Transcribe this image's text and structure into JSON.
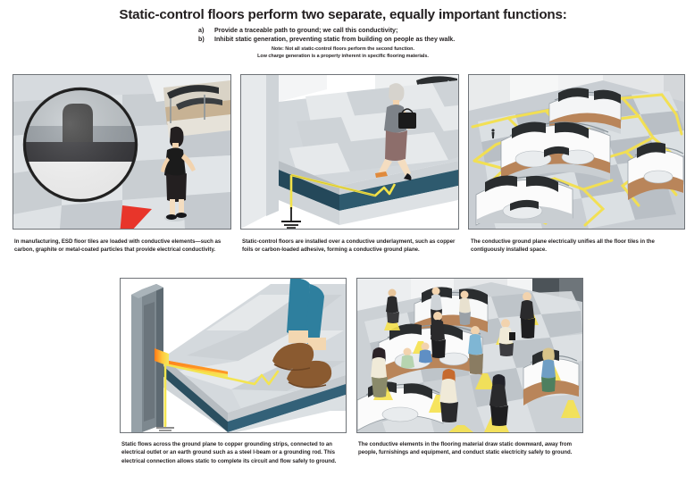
{
  "header": {
    "title": "Static-control floors perform two separate, equally important functions:",
    "bullets": [
      {
        "marker": "a)",
        "text": "Provide a traceable path to ground; we call this conductivity;"
      },
      {
        "marker": "b)",
        "text": "Inhibit static generation, preventing static from building on people as they walk."
      }
    ],
    "note_line_1": "Note: Not all static-control floors perform the second function.",
    "note_line_2": "Low charge generation is a property inherent in specific flooring materials."
  },
  "panels": [
    {
      "id": "panel-1",
      "name": "esd-floor-tile-magnified",
      "caption": "In manufacturing, ESD floor tiles are loaded with conductive elements—such as carbon, graphite or metal-coated particles that provide electrical conductivity."
    },
    {
      "id": "panel-2",
      "name": "conductive-underlayment-cutaway",
      "caption": "Static-control floors are installed over a conductive underlayment, such as copper foils or carbon-loaded adhesive, forming a conductive ground plane."
    },
    {
      "id": "panel-3",
      "name": "ground-plane-network-aerial",
      "caption": "The conductive ground plane electrically unifies all the floor tiles in the contiguously installed space."
    },
    {
      "id": "panel-4",
      "name": "grounding-strip-i-beam",
      "caption": "Static flows across the ground plane to copper grounding strips, connected to an electrical outlet or an earth ground such as a steel I-beam or a grounding rod. This electrical connection allows static to complete its circuit and flow safely to ground."
    },
    {
      "id": "panel-5",
      "name": "static-drawn-downward-room",
      "caption": "The conductive elements in the flooring material draw static downward, away from people, furnishings and equipment, and conduct static electricity safely to ground."
    }
  ],
  "colors": {
    "text": "#231f20",
    "panel_border": "#6f7378",
    "tile_light": "#e3e6e8",
    "tile_mid": "#c3c9cd",
    "tile_dark": "#a8b0b6",
    "conductive_layer": "#3b3b3b",
    "underlayment": "#2e5667",
    "ground_path_yellow": "#f2e24a",
    "pointer_red": "#e8352a",
    "steel_beam": "#6b7880",
    "copper_strip": "#e07b2a",
    "wood_trim": "#b08654",
    "skin": "#f2d3ae",
    "boot_brown": "#8a5a30",
    "jeans_teal": "#2e7f9e"
  }
}
